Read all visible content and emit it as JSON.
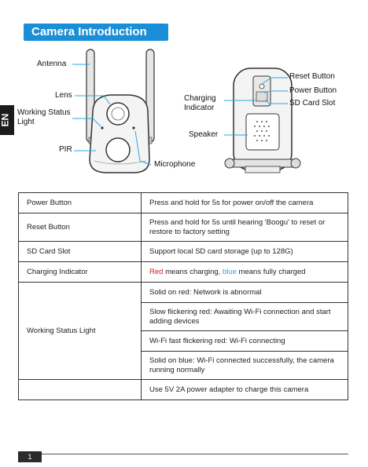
{
  "header": {
    "title": "Camera Introduction",
    "language_tab": "EN"
  },
  "diagram_labels": {
    "antenna": "Antenna",
    "lens": "Lens",
    "working_status_light": "Working Status Light",
    "pir": "PIR",
    "microphone": "Microphone",
    "charging_indicator": "Charging Indicator",
    "reset_button": "Reset Button",
    "power_button": "Power Button",
    "sd_card_slot": "SD Card Slot",
    "speaker": "Speaker"
  },
  "table": {
    "rows": [
      {
        "name": "Power Button",
        "desc": "Press and hold for 5s for power on/off the camera"
      },
      {
        "name": "Reset Button",
        "desc": "Press and hold for 5s until hearing 'Boogu' to reset or restore to factory setting"
      },
      {
        "name": "SD Card Slot",
        "desc": "Support local SD card storage (up to 128G)"
      },
      {
        "name": "Charging Indicator",
        "desc_red": "Red",
        "desc_mid": " means charging, ",
        "desc_blue": "blue",
        "desc_end": " means fully charged"
      },
      {
        "name": "Working Status Light",
        "sub": [
          "Solid on red: Network is abnormal",
          "Slow flickering red: Awaiting Wi-Fi connection and start adding devices",
          "Wi-Fi fast flickering red: Wi-Fi connecting",
          "Solid on blue: Wi-Fi connected successfully, the camera running normally"
        ]
      },
      {
        "name": "",
        "desc": "Use 5V 2A power adapter to charge this camera"
      }
    ]
  },
  "footer": {
    "page_number": "1"
  },
  "colors": {
    "accent": "#1a8fd8",
    "leader_line": "#2aa8e0",
    "red": "#d11a1a",
    "blue": "#22a6e8"
  }
}
